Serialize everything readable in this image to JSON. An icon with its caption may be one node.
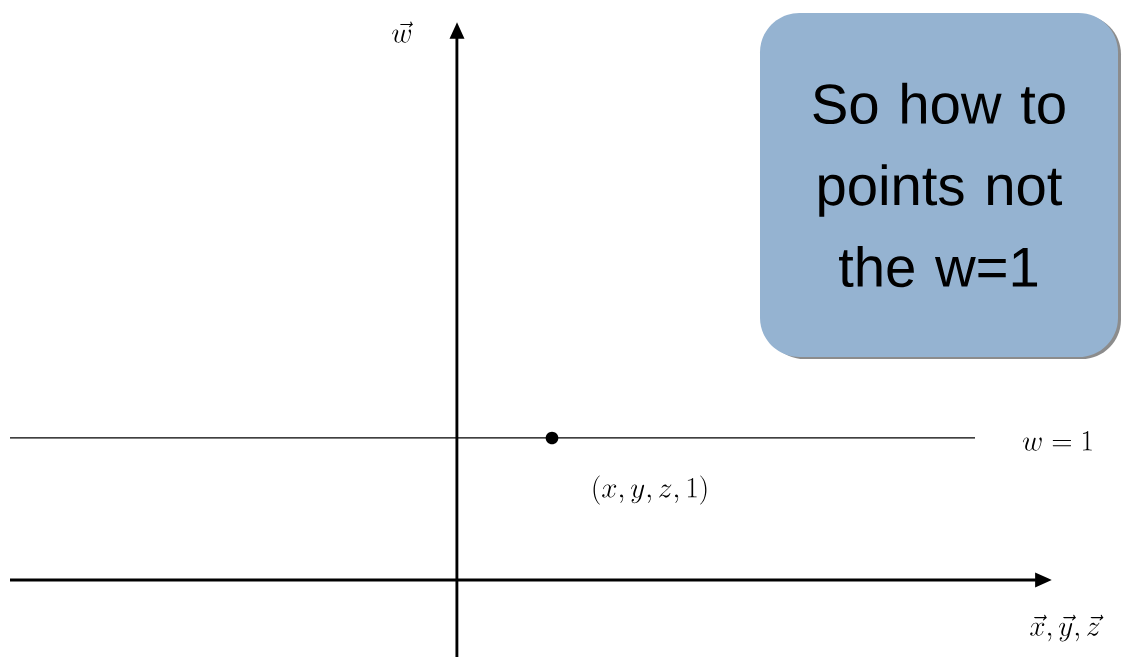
{
  "diagram": {
    "nodes": [
      {
        "text": [
          "So how to points not the w=1"
        ]
      }
    ],
    "labels": [
      "\\vec{w}",
      "w=1",
      "(x,y,z,1)",
      "\\vec{x},\\vec{y},\\vec{z}"
    ]
  }
}
